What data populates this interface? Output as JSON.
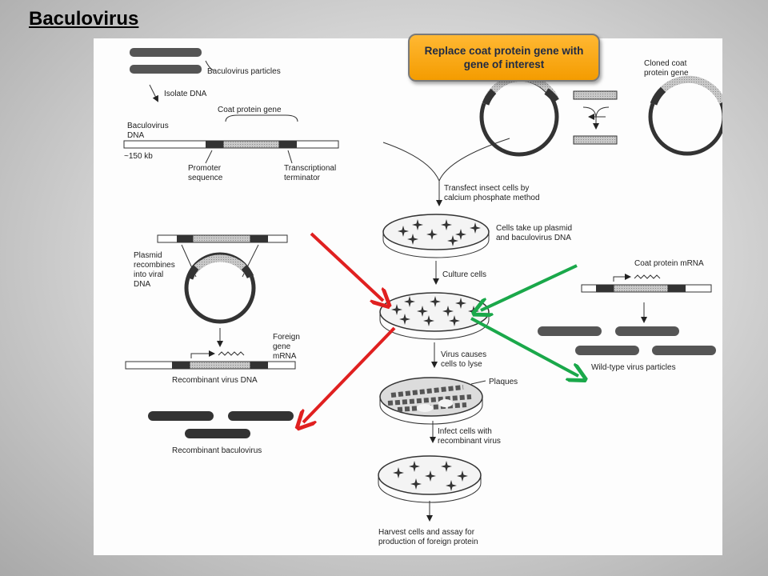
{
  "slide": {
    "title": "Baculovirus",
    "callout": "Replace coat protein gene with gene of interest"
  },
  "figure": {
    "labels": {
      "baculovirus_particles": "Baculovirus particles",
      "isolate_dna": "Isolate DNA",
      "coat_protein_gene": "Coat protein gene",
      "baculovirus_dna_1": "Baculovirus",
      "baculovirus_dna_2": "DNA",
      "size": "~150 kb",
      "promoter_1": "Promoter",
      "promoter_2": "sequence",
      "terminator_1": "Transcriptional",
      "terminator_2": "terminator",
      "cloned_coat_1": "Cloned coat",
      "cloned_coat_2": "protein gene",
      "transfect_1": "Transfect insect cells by",
      "transfect_2": "calcium phosphate method",
      "uptake_1": "Cells take up plasmid",
      "uptake_2": "and baculovirus DNA",
      "culture": "Culture cells",
      "plasmid_1": "Plasmid",
      "plasmid_2": "recombines",
      "plasmid_3": "into viral",
      "plasmid_4": "DNA",
      "coat_mrna": "Coat protein mRNA",
      "foreign_1": "Foreign",
      "foreign_2": "gene",
      "foreign_3": "mRNA",
      "recomb_dna": "Recombinant virus DNA",
      "recomb_bac": "Recombinant baculovirus",
      "lyse_1": "Virus causes",
      "lyse_2": "cells to lyse",
      "plaques": "Plaques",
      "wildtype": "Wild-type virus particles",
      "infect_1": "Infect cells with",
      "infect_2": "recombinant virus",
      "harvest_1": "Harvest cells and assay for",
      "harvest_2": "production of foreign protein"
    }
  },
  "colors": {
    "red_arrow": "#e02020",
    "green_arrow": "#1aa84a",
    "callout_fill": "#f7a30f"
  }
}
